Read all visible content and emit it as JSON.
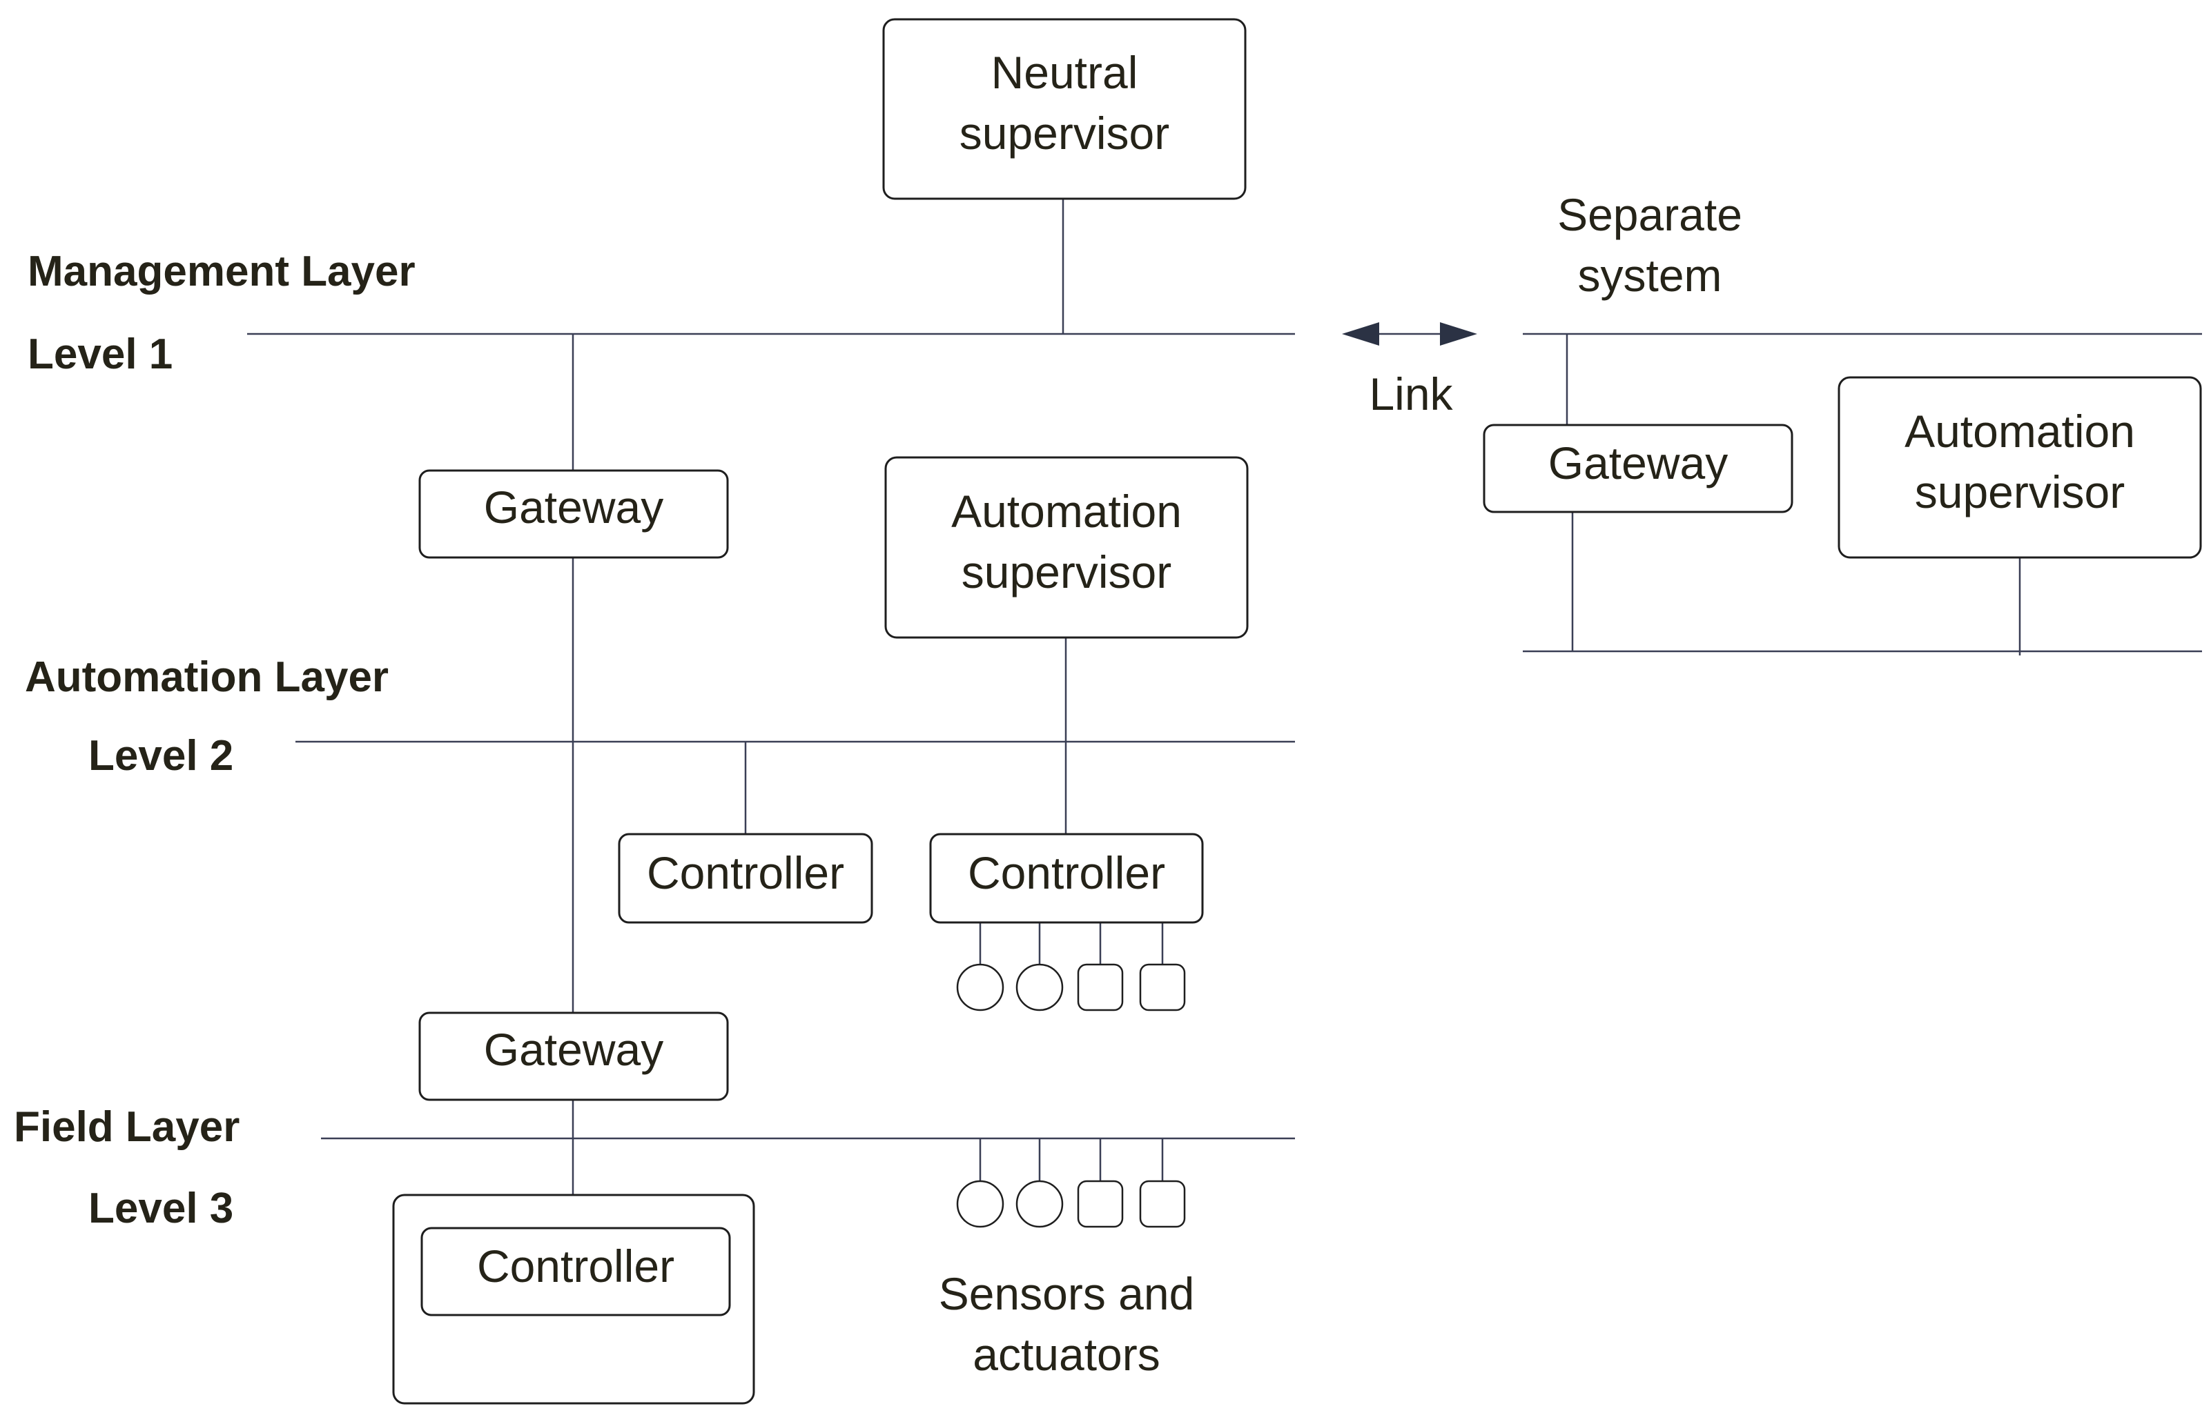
{
  "layers": {
    "management": "Management Layer",
    "level1": "Level 1",
    "automation": "Automation Layer",
    "level2": "Level 2",
    "field": "Field Layer",
    "level3": "Level 3"
  },
  "nodes": {
    "neutral_supervisor": [
      "Neutral",
      "supervisor"
    ],
    "gateway_top": "Gateway",
    "automation_supervisor": [
      "Automation",
      "supervisor"
    ],
    "controller_left": "Controller",
    "controller_right": "Controller",
    "gateway_bottom": "Gateway",
    "controller_field": "Controller",
    "sensors_actuators": [
      "Sensors and",
      "actuators"
    ]
  },
  "separate_system": {
    "title": [
      "Separate",
      "system"
    ],
    "gateway": "Gateway",
    "automation_supervisor": [
      "Automation",
      "supervisor"
    ]
  },
  "link": {
    "label": "Link"
  },
  "colors": {
    "line": "#3a3f55",
    "box_stroke": "#1e1e1e",
    "text": "#252318"
  }
}
